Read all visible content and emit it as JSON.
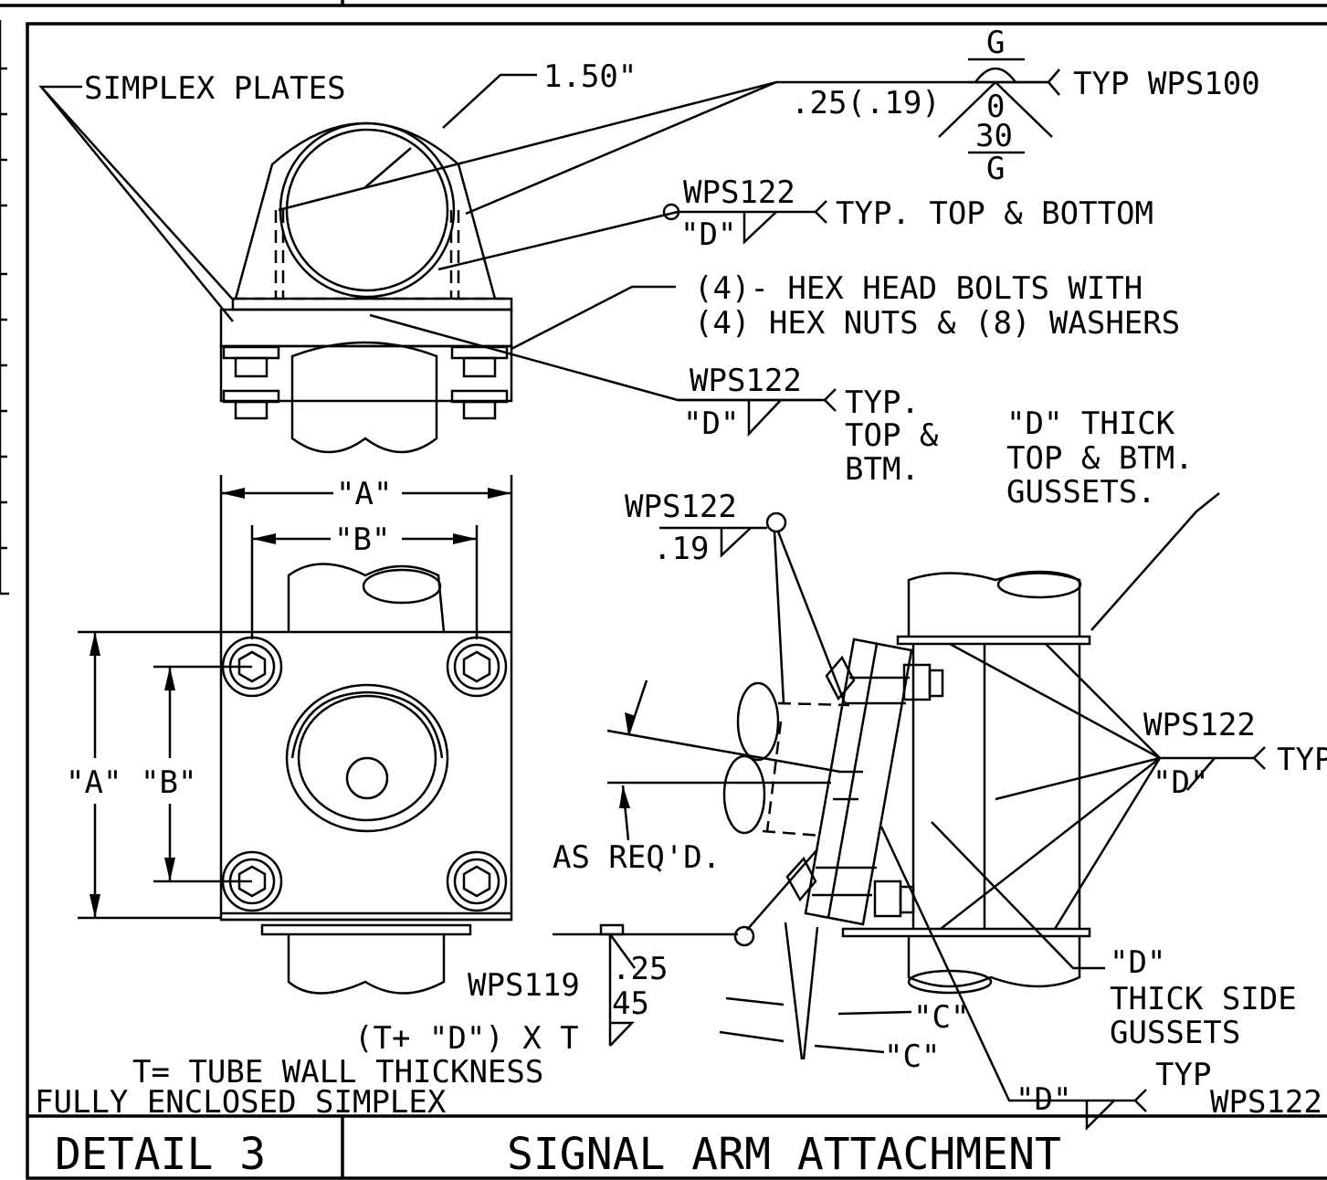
{
  "labels": {
    "simplex_plates": "SIMPLEX PLATES",
    "dim_150": "1.50\"",
    "weld_025": ".25(.19)",
    "weld_g_top": "G",
    "weld_0": "0",
    "weld_30": "30",
    "weld_g_bottom": "G",
    "typ_wps100": "TYP WPS100",
    "wps122_a": "WPS122",
    "d_a": "\"D\"",
    "typ_top_bottom": "TYP. TOP & BOTTOM",
    "bolts_line1": "(4)- HEX HEAD BOLTS WITH",
    "bolts_line2": "(4) HEX NUTS & (8) WASHERS",
    "wps122_b": "WPS122",
    "d_b": "\"D\"",
    "typ_b1": "TYP.",
    "typ_b2": "TOP &",
    "typ_b3": "BTM.",
    "gusset_line1": "\"D\" THICK",
    "gusset_line2": "TOP & BTM.",
    "gusset_line3": "GUSSETS.",
    "dim_a_top": "\"A\"",
    "dim_b_top": "\"B\"",
    "wps122_c": "WPS122",
    "dim_019": ".19",
    "dim_a_side": "\"A\"",
    "dim_b_side": "\"B\"",
    "as_reqd": "AS REQ'D.",
    "wps122_d": "WPS122",
    "d_d": "\"D\"",
    "typ_d": "TYP",
    "wps119": "WPS119",
    "dim_25": ".25",
    "dim_45": "45",
    "t_plus_d": "(T+ \"D\") X T",
    "tube_wall": "T= TUBE WALL THICKNESS",
    "fully_enclosed": "FULLY ENCLOSED SIMPLEX",
    "side_gusset1": "\"D\"",
    "side_gusset2": "THICK SIDE",
    "side_gusset3": "GUSSETS",
    "dim_c1": "\"C\"",
    "dim_c2": "\"C\"",
    "d_e": "\"D\"",
    "typ_e": "TYP",
    "wps122_e": "WPS122"
  },
  "title_block": {
    "detail": "DETAIL 3",
    "title": "SIGNAL ARM ATTACHMENT"
  }
}
